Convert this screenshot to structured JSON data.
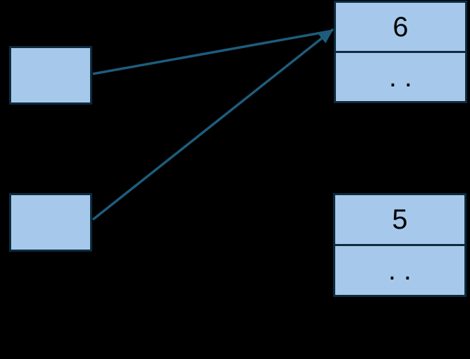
{
  "diagram": {
    "background": "#000000",
    "shape_fill": "#A6C9EB",
    "shape_border": "#0D2B3E",
    "arrow_color": "#1F5C7C",
    "text_color": "#000000"
  },
  "left_boxes": [
    {
      "label": ""
    },
    {
      "label": ""
    }
  ],
  "right_tables": [
    {
      "value": "6",
      "dots": ". ."
    },
    {
      "value": "5",
      "dots": ". ."
    }
  ],
  "arrows": [
    {
      "from": "left-top-box",
      "to": "table-six"
    },
    {
      "from": "left-bottom-box",
      "to": "table-six"
    }
  ]
}
